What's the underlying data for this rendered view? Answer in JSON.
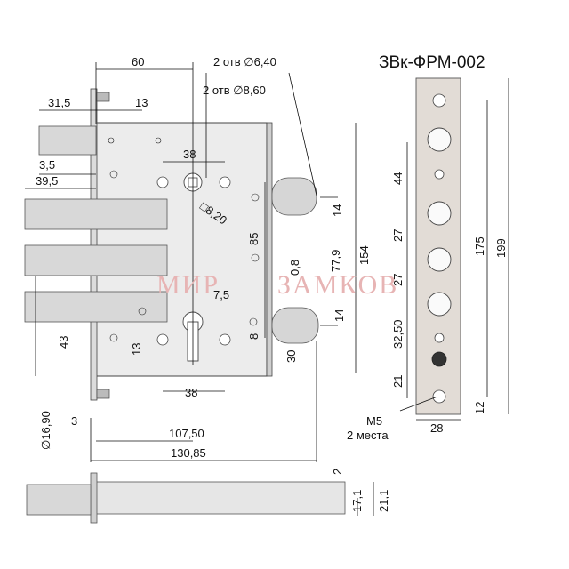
{
  "title": "ЗВк-ФРМ-002",
  "watermark": {
    "left": "МИР",
    "right": "ЗАМКОВ"
  },
  "dimensions": {
    "d60": "60",
    "holes_640": "2 отв ∅6,40",
    "holes_860": "2 отв ∅8,60",
    "d31_5": "31,5",
    "d13_top": "13",
    "d38_top": "38",
    "d3_5": "3,5",
    "d39_5": "39,5",
    "sq8_20": "□8,20",
    "d14_upper": "14",
    "d85": "85",
    "d77_9": "77,9",
    "d154": "154",
    "d0_8": "0,8",
    "d7_5": "7,5",
    "d14_lower": "14",
    "d8": "8",
    "d43": "43",
    "d13_low": "13",
    "d30": "30",
    "d38_low": "38",
    "d16_90": "∅16,90",
    "d3": "3",
    "d107_50": "107,50",
    "d130_85": "130,85",
    "d2": "2",
    "d17_1": "17,1",
    "d21_1": "21,1",
    "d44": "44",
    "d27a": "27",
    "d27b": "27",
    "d32_50": "32,50",
    "d21": "21",
    "d175": "175",
    "d199": "199",
    "d12": "12",
    "d28": "28",
    "m5": "M5",
    "places": "2 места"
  },
  "colors": {
    "body": "#ececec",
    "bolt": "#d8d8d8",
    "strip": "#e2dcd6"
  }
}
